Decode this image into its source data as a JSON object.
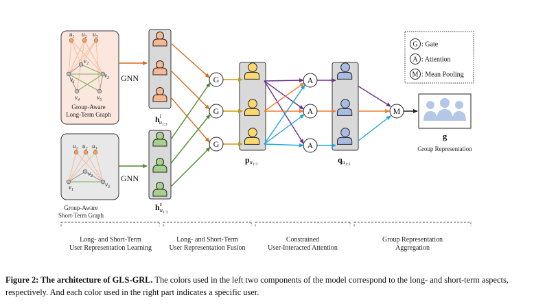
{
  "long_graph": {
    "nodes": {
      "u1": "u",
      "u1_sub": "1",
      "u2": "u",
      "u2_sub": "2",
      "u3": "u",
      "u3_sub": "3",
      "v1": "v",
      "v1_sub": "1",
      "v2": "v",
      "v2_sub": "2",
      "v3": "v",
      "v3_sub": "3",
      "v4": "v",
      "v4_sub": "4",
      "v5": "v",
      "v5_sub": "5"
    },
    "label_line1": "Group-Aware",
    "label_line2": "Long-Term Graph"
  },
  "short_graph": {
    "nodes": {
      "u1": "u",
      "u1_sub": "1",
      "u2": "u",
      "u2_sub": "2",
      "u3": "u",
      "u3_sub": "3",
      "v1": "v",
      "v1_sub": "1",
      "v2": "v",
      "v2_sub": "2",
      "v3": "v",
      "v3_sub": "3"
    },
    "label_line1": "Group-Aware",
    "label_line2": "Short-Term Graph"
  },
  "gnn_label": "GNN",
  "h_long": {
    "base": "h",
    "sup": "l",
    "sub": "u",
    "subsub": "1:3"
  },
  "h_short": {
    "base": "h",
    "sup": "s",
    "sub": "u",
    "subsub": "1:3"
  },
  "p_label": {
    "base": "p",
    "sub": "u",
    "subsub": "1:3"
  },
  "q_label": {
    "base": "q",
    "sub": "u",
    "subsub": "1:3"
  },
  "gate_symbol": "G",
  "attention_symbol": "A",
  "pooling_symbol": "M",
  "legend": {
    "gate": {
      "symbol": "G",
      "text": ": Gate"
    },
    "attention": {
      "symbol": "A",
      "text": ": Attention"
    },
    "pooling": {
      "symbol": "M",
      "text": ": Mean Pooling"
    }
  },
  "group_rep": {
    "symbol": "g",
    "label": "Group Representation"
  },
  "stages": [
    {
      "line1": "Long- and Short-Term",
      "line2": "User Representation Learning"
    },
    {
      "line1": "Long- and Short-Term",
      "line2": "User Representation Fusion"
    },
    {
      "line1": "Constrained",
      "line2": "User-Interacted Attention"
    },
    {
      "line1": "Group Representation",
      "line2": "Aggregation"
    }
  ],
  "caption": {
    "bold": "Figure 2: The architecture of GLS-GRL.",
    "text": " The colors used in the left two components of the model correspond to the long- and short-term aspects, respectively. And each color used in the right part indicates a specific user."
  },
  "colors": {
    "long": "#d96a1e",
    "long_fill": "#f5b895",
    "long_bg": "#fbe7dd",
    "short": "#4e8a2e",
    "short_fill": "#a8d08d",
    "short_bg": "#e8e8e8",
    "fused_fill": "#fcd96e",
    "gold": "#c99a12",
    "purple": "#6a2d91",
    "orange": "#ed7d31",
    "cyan": "#1aa3e0",
    "q_fill": "#a9bde3",
    "group_fill": "#b4c7e7"
  }
}
